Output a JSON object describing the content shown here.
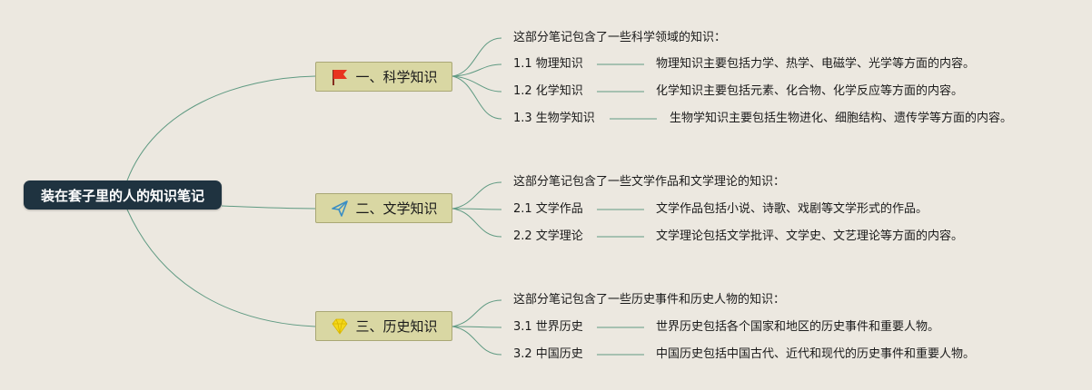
{
  "root": {
    "title": "装在套子里的人的知识笔记"
  },
  "branches": [
    {
      "title": "一、科学知识",
      "icon": "red-flag-icon",
      "summary": "这部分笔记包含了一些科学领域的知识：",
      "items": [
        {
          "label": "1.1 物理知识",
          "desc": "物理知识主要包括力学、热学、电磁学、光学等方面的内容。"
        },
        {
          "label": "1.2 化学知识",
          "desc": "化学知识主要包括元素、化合物、化学反应等方面的内容。"
        },
        {
          "label": "1.3 生物学知识",
          "desc": "生物学知识主要包括生物进化、细胞结构、遗传学等方面的内容。"
        }
      ]
    },
    {
      "title": "二、文学知识",
      "icon": "paper-plane-icon",
      "summary": "这部分笔记包含了一些文学作品和文学理论的知识：",
      "items": [
        {
          "label": "2.1 文学作品",
          "desc": "文学作品包括小说、诗歌、戏剧等文学形式的作品。"
        },
        {
          "label": "2.2 文学理论",
          "desc": "文学理论包括文学批评、文学史、文艺理论等方面的内容。"
        }
      ]
    },
    {
      "title": "三、历史知识",
      "icon": "gem-icon",
      "summary": "这部分笔记包含了一些历史事件和历史人物的知识：",
      "items": [
        {
          "label": "3.1 世界历史",
          "desc": "世界历史包括各个国家和地区的历史事件和重要人物。"
        },
        {
          "label": "3.2 中国历史",
          "desc": "中国历史包括中国古代、近代和现代的历史事件和重要人物。"
        }
      ]
    }
  ],
  "colors": {
    "edge": "#5f9a82",
    "root_bg": "#1f3340",
    "branch_bg": "#d9d7a3",
    "background": "#ece8e0"
  }
}
